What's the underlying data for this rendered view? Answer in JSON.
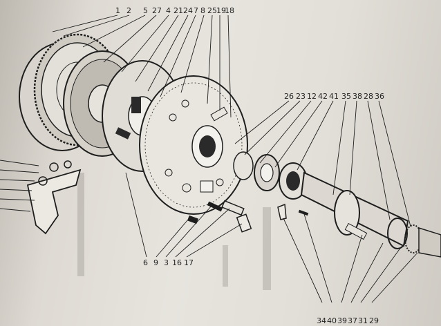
{
  "diagram": {
    "top_callouts": [
      "1",
      "2",
      "5",
      "27",
      "4",
      "21",
      "24",
      "7",
      "8",
      "25",
      "19",
      "18"
    ],
    "middle_callouts": [
      "26",
      "23",
      "12",
      "42",
      "41",
      "35",
      "38",
      "28",
      "36"
    ],
    "lower_callouts": [
      "6",
      "9",
      "3",
      "16",
      "17"
    ],
    "bottom_callouts": [
      "34",
      "40",
      "39",
      "37",
      "31",
      "29"
    ]
  }
}
